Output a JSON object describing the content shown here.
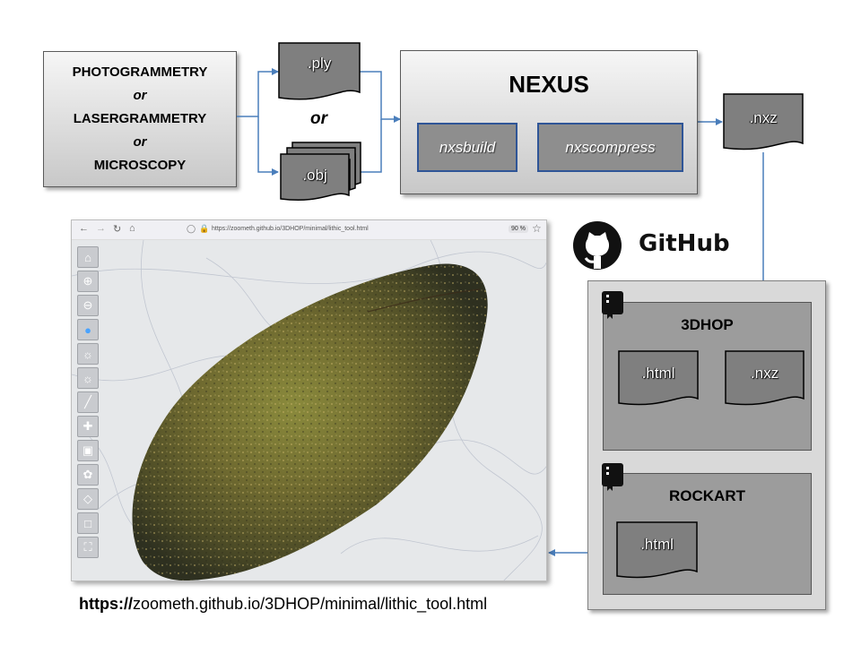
{
  "source_box": {
    "line1": "PHOTOGRAMMETRY",
    "line2": "or",
    "line3": "LASERGRAMMETRY",
    "line4": "or",
    "line5": "MICROSCOPY"
  },
  "files": {
    "ply": ".ply",
    "or": "or",
    "obj": ".obj",
    "nxz_out": ".nxz"
  },
  "nexus": {
    "title": "NEXUS",
    "build": "nxsbuild",
    "compress": "nxscompress"
  },
  "github": {
    "label": "GitHub",
    "repo1": {
      "title": "3DHOP",
      "html": ".html",
      "nxz": ".nxz"
    },
    "repo2": {
      "title": "ROCKART",
      "html": ".html"
    }
  },
  "browser": {
    "url": "https://zoometh.github.io/3DHOP/minimal/lithic_tool.html",
    "zoom": "90 %",
    "tools": [
      "home-icon",
      "zoom-in-icon",
      "zoom-out-icon",
      "pick-icon",
      "light-icon",
      "light-add-icon",
      "measure-icon",
      "section-icon",
      "box-icon",
      "palette-icon",
      "cube-icon",
      "select-icon",
      "fullscreen-icon"
    ]
  },
  "caption": {
    "bold_part": "https://",
    "rest": "zoometh.github.io/3DHOP/minimal/lithic_tool.html"
  },
  "colors": {
    "arrow": "#4a7ebb",
    "inner_border": "#2f5597"
  }
}
